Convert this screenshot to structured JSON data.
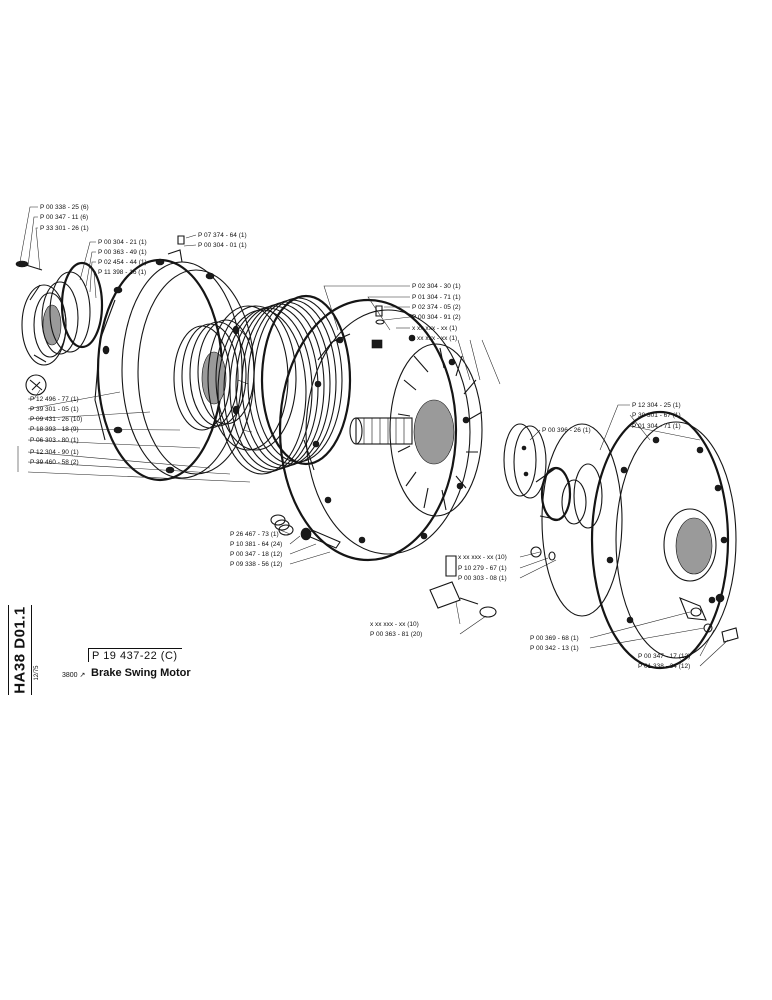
{
  "sheet": {
    "code": "HA38 D01.1",
    "issue_date": "12/75",
    "part_number": "P 19 437-22 (C)",
    "serial": "3800 ↗",
    "title": "Brake Swing Motor"
  },
  "callouts": [
    "P 00 338 - 25 (6)",
    "P 00 347 - 11 (6)",
    "P 33 301 - 26 (1)",
    "P 00 304 - 21 (1)",
    "P 00 363 - 49 (1)",
    "P 02 454 - 44 (1)",
    "P 11 398 - 16 (1)",
    "P 07 374 - 64 (1)",
    "P 00 304 - 01 (1)",
    "P 02 304 - 30 (1)",
    "P 01 304 - 71 (1)",
    "P 02 374 - 05 (2)",
    "P 00 304 - 91 (2)",
    "x xx xxx - xx (1)",
    "x xx xxx - xx (1)",
    "P 12 496 - 77 (1)",
    "P 39 301 - 05 (1)",
    "P 09 431 - 26 (10)",
    "P 18 393 - 18 (9)",
    "P 06 303 - 80 (1)",
    "P 12 304 - 90 (1)",
    "P 39 460 - 58 (2)",
    "P 12 304 - 25 (1)",
    "P 30 301 - 67 (1)",
    "P 01 304 - 71 (1)",
    "P 00 396 - 26 (1)",
    "P 26 467 - 73 (1)",
    "P 10 381 - 64 (24)",
    "P 00 347 - 18 (12)",
    "P 09 338 - 56 (12)",
    "x xx xxx - xx (10)",
    "P 10 279 - 67 (1)",
    "P 00 303 - 08 (1)",
    "x xx xxx - xx (10)",
    "P 00 363 - 81 (20)",
    "P 00 369 - 68 (1)",
    "P 00 342 - 13 (1)",
    "P 00 347 - 17 (12)",
    "P 01 338 - 34 (12)"
  ]
}
